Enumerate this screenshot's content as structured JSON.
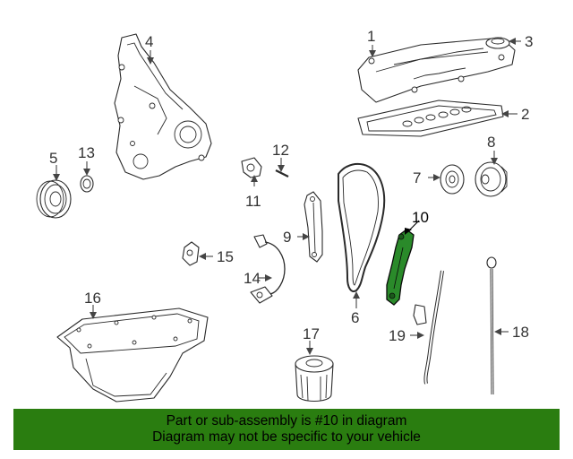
{
  "callouts": {
    "c1": "1",
    "c2": "2",
    "c3": "3",
    "c4": "4",
    "c5": "5",
    "c6": "6",
    "c7": "7",
    "c8": "8",
    "c9": "9",
    "c10": "10",
    "c11": "11",
    "c12": "12",
    "c13": "13",
    "c14": "14",
    "c15": "15",
    "c16": "16",
    "c17": "17",
    "c18": "18",
    "c19": "19"
  },
  "highlight": {
    "part": "10",
    "color": "#2a8a2a"
  },
  "banner": {
    "color": "#2a7d10",
    "line1": "Part or sub-assembly is #10 in diagram",
    "line2": "Diagram may not be specific to your vehicle"
  }
}
